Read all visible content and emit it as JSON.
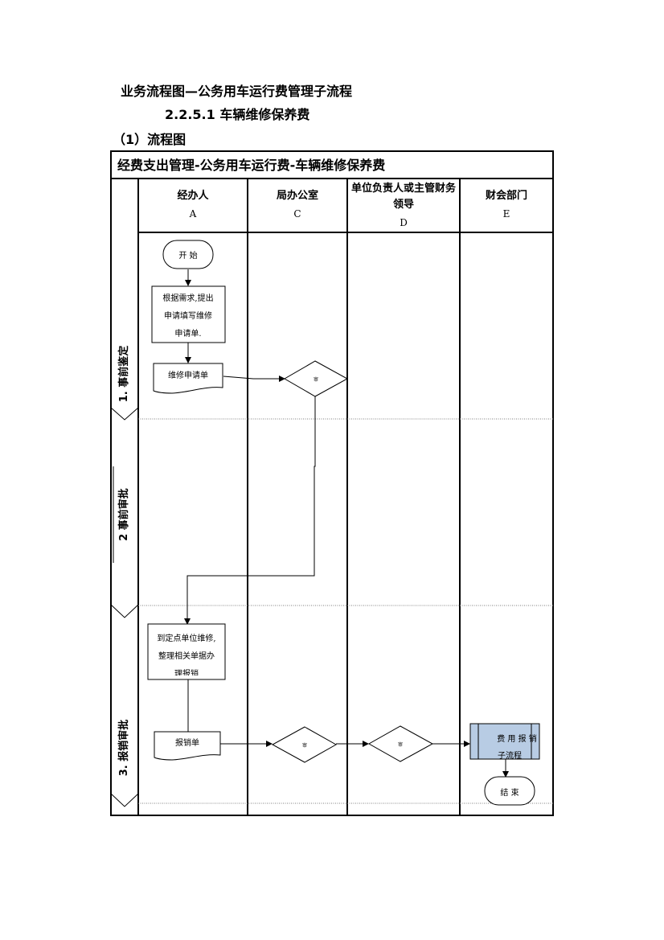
{
  "doc": {
    "heading_main": "业务流程图—公务用车运行费管理子流程",
    "heading_section": "2.2.5.1 车辆维修保养费",
    "heading_sub": "（1）流程图"
  },
  "diagram": {
    "title": "经费支出管理-公务用车运行费-车辆维修保养费",
    "columns": [
      {
        "name": "经办人",
        "code": "A"
      },
      {
        "name": "局办公室",
        "code": "C"
      },
      {
        "name_line1": "单位负责人或主管财务",
        "name_line2": "领导",
        "code": "D"
      },
      {
        "name": "财会部门",
        "code": "E"
      }
    ],
    "stages": [
      "1. 事前鉴定",
      "2 事前审批",
      "3. 报销审批"
    ],
    "nodes": {
      "start": "开  始",
      "apply_l1": "根据需求,提出",
      "apply_l2": "申请填写维修",
      "apply_l3": "申请单.",
      "repair_form": "维修申请单",
      "diamond1": "审",
      "process2_l1": "到定点单位维修,",
      "process2_l2": "整理相关单据办",
      "process2_l3": "理报销",
      "reimburse_form": "报销单",
      "diamond2": "审",
      "diamond3": "审",
      "subprocess_l1": "费 用 报 销",
      "subprocess_l2": "子流程",
      "end": "结  束"
    },
    "colors": {
      "subprocess_fill": "#b8cce4",
      "line": "#000000",
      "dotted": "#7f7f7f"
    }
  }
}
